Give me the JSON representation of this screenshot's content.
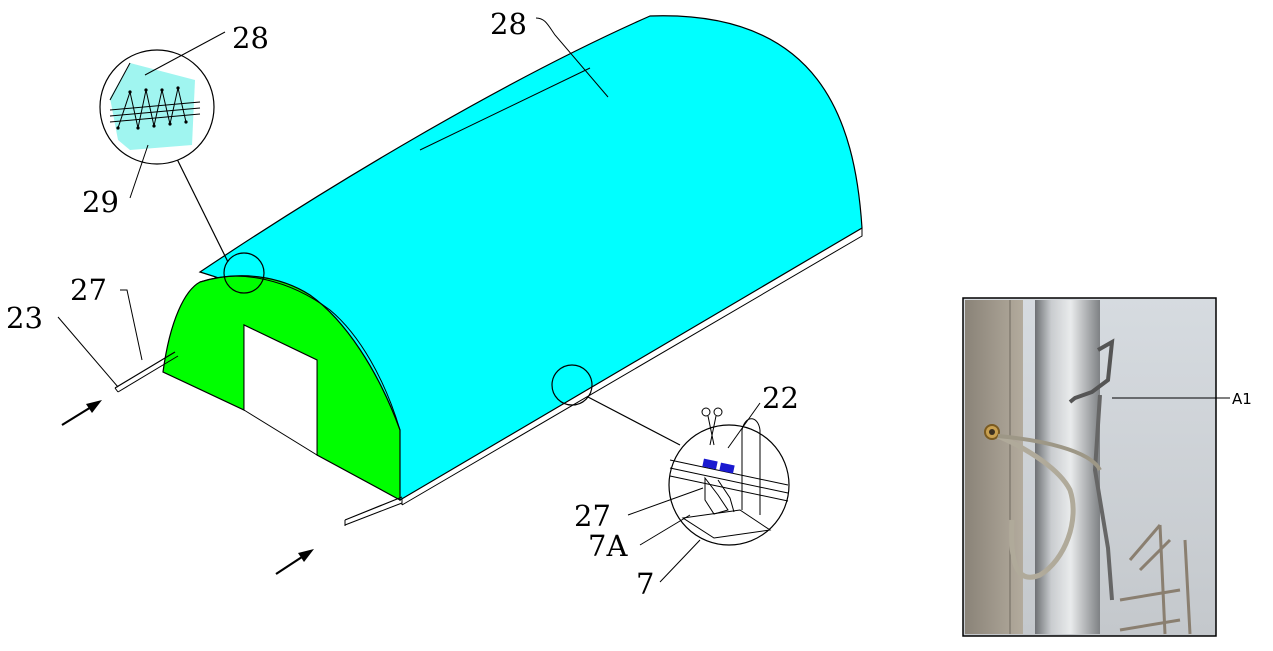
{
  "figure": {
    "labels": {
      "roof_main": "28",
      "detail_top_28": "28",
      "detail_top_29": "29",
      "rod_23": "23",
      "rod_27": "27",
      "detail_22": "22",
      "detail_27": "27",
      "detail_7A": "7A",
      "detail_7": "7"
    },
    "photo": {
      "label": "A1"
    },
    "colors": {
      "roof": "#00ffff",
      "end_wall": "#00ff00",
      "detail_fill": "#a0f5f0",
      "clip": "#1a1ad0"
    }
  }
}
